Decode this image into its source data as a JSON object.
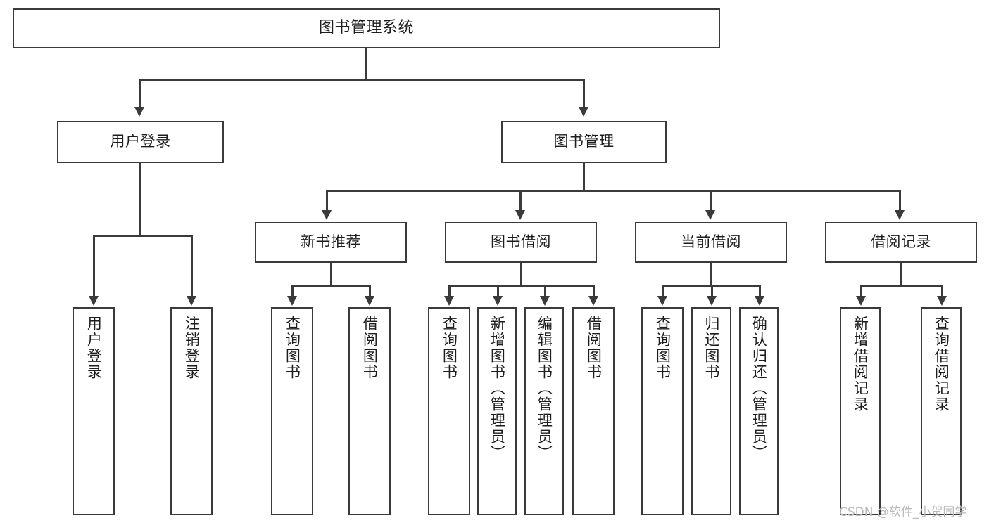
{
  "diagram": {
    "title_node": {
      "label": "图书管理系统"
    },
    "level2": [
      {
        "id": "user-login",
        "label": "用户登录"
      },
      {
        "id": "book-manage",
        "label": "图书管理"
      }
    ],
    "level3": [
      {
        "id": "new-book-recommend",
        "label": "新书推荐"
      },
      {
        "id": "book-borrow",
        "label": "图书借阅"
      },
      {
        "id": "current-borrow",
        "label": "当前借阅"
      },
      {
        "id": "borrow-record",
        "label": "借阅记录"
      }
    ],
    "leaves": {
      "user_login": [
        {
          "id": "leaf-user-login",
          "label": "用户登录"
        },
        {
          "id": "leaf-logout",
          "label": "注销登录"
        }
      ],
      "new_book_recommend": [
        {
          "id": "leaf-query-book-1",
          "label": "查询图书"
        },
        {
          "id": "leaf-borrow-book-1",
          "label": "借阅图书"
        }
      ],
      "book_borrow": [
        {
          "id": "leaf-query-book-2",
          "label": "查询图书"
        },
        {
          "id": "leaf-add-book",
          "label": "新增图书（管理员）"
        },
        {
          "id": "leaf-edit-book",
          "label": "编辑图书（管理员）"
        },
        {
          "id": "leaf-borrow-book-2",
          "label": "借阅图书"
        }
      ],
      "current_borrow": [
        {
          "id": "leaf-query-book-3",
          "label": "查询图书"
        },
        {
          "id": "leaf-return-book",
          "label": "归还图书"
        },
        {
          "id": "leaf-confirm-return",
          "label": "确认归还（管理员）"
        }
      ],
      "borrow_record": [
        {
          "id": "leaf-add-record",
          "label": "新增借阅记录"
        },
        {
          "id": "leaf-query-record",
          "label": "查询借阅记录"
        }
      ]
    },
    "watermark": "CSDN @软件_小贺同学",
    "colors": {
      "stroke": "#3a3a3a",
      "box_fill": "#ffffff",
      "text": "#1d1d1d",
      "watermark": "#b9b9b9",
      "background": "#ffffff"
    }
  }
}
